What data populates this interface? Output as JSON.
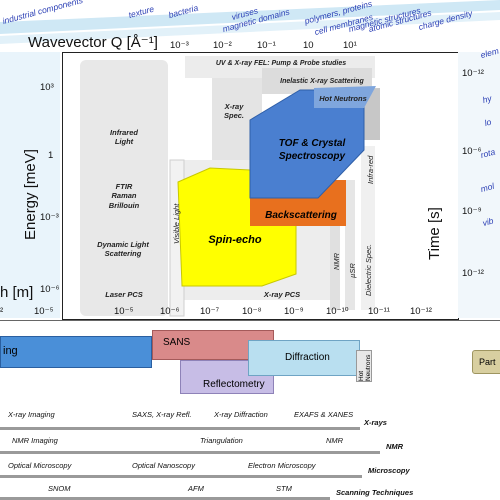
{
  "top_labels": [
    "industrial components",
    "texture",
    "bacteria",
    "viruses",
    "magnetic domains",
    "polymers, proteins",
    "cell membranes",
    "magnetic structures",
    "atomic structures",
    "charge density"
  ],
  "right_labels": [
    "elem",
    "hy",
    "lo",
    "rota",
    "mol",
    "vib"
  ],
  "q_axis": {
    "title": "Wavevector Q [Å⁻¹]",
    "ticks": [
      "10⁻³",
      "10⁻²",
      "10⁻¹",
      "10",
      "10¹"
    ]
  },
  "energy_axis": {
    "title": "Energy [meV]",
    "ticks": [
      "10³",
      "1",
      "10⁻³",
      "10⁻⁶"
    ]
  },
  "time_axis": {
    "title": "Time [s]",
    "ticks": [
      "10⁻¹²",
      "10⁻⁶",
      "10⁻⁹",
      "10⁻¹²"
    ]
  },
  "length_axis": {
    "title": "h [m]",
    "ticks": [
      "10⁻⁵",
      "10⁻⁶",
      "10⁻⁷",
      "10⁻⁸",
      "10⁻⁹",
      "10⁻¹⁰",
      "10⁻¹¹",
      "10⁻¹²"
    ],
    "edge_tick": "²"
  },
  "regions": {
    "infrared": "Infrared\nLight",
    "ftir": "FTIR\nRaman\nBrillouin",
    "dls": "Dynamic Light\nScattering",
    "laser_pcs": "Laser PCS",
    "uv_xray_fel": "UV & X-ray FEL: Pump & Probe studies",
    "inelastic_xray": "Inelastic X-ray Scattering",
    "hot_neutrons": "Hot Neutrons",
    "xray_spec": "X-ray\nSpec.",
    "tof": "TOF & Crystal\nSpectroscopy",
    "backscattering": "Backscattering",
    "spin_echo": "Spin-echo",
    "xray_pcs": "X-ray PCS",
    "visible_light": "Visible Light",
    "nmr": "NMR",
    "lsr": "µSR",
    "dielectric": "Dielectric Spec.",
    "infra_red": "Infra-red"
  },
  "neutron_bands": {
    "left": "ing",
    "sans": "SANS",
    "diffraction": "Diffraction",
    "hot_neutrons": "Hot\nNeutrons",
    "reflectometry": "Reflectometry",
    "part": "Part"
  },
  "techniques": [
    {
      "category": "X-rays",
      "items": [
        "X-ray Imaging",
        "SAXS, X-ray Refl.",
        "X-ray Diffraction",
        "EXAFS & XANES"
      ]
    },
    {
      "category": "NMR",
      "items": [
        "NMR Imaging",
        "Triangulation",
        "NMR"
      ]
    },
    {
      "category": "Microscopy",
      "items": [
        "Optical Microscopy",
        "Optical Nanoscopy",
        "Electron Microscopy"
      ]
    },
    {
      "category": "Scanning Techniques",
      "items": [
        "SNOM",
        "AFM",
        "STM"
      ]
    }
  ],
  "colors": {
    "tof": "#4a7fd0",
    "backscattering": "#e8701e",
    "spin_echo": "#ffff00",
    "sans": "#d98a8a",
    "diffraction": "#b9dff0",
    "reflectometry": "#c7bde6",
    "neutron_left": "#4a8fd8",
    "part": "#d8cfa0",
    "band_fill": "#bfe0f2",
    "label_blue": "#2b3fb5"
  }
}
